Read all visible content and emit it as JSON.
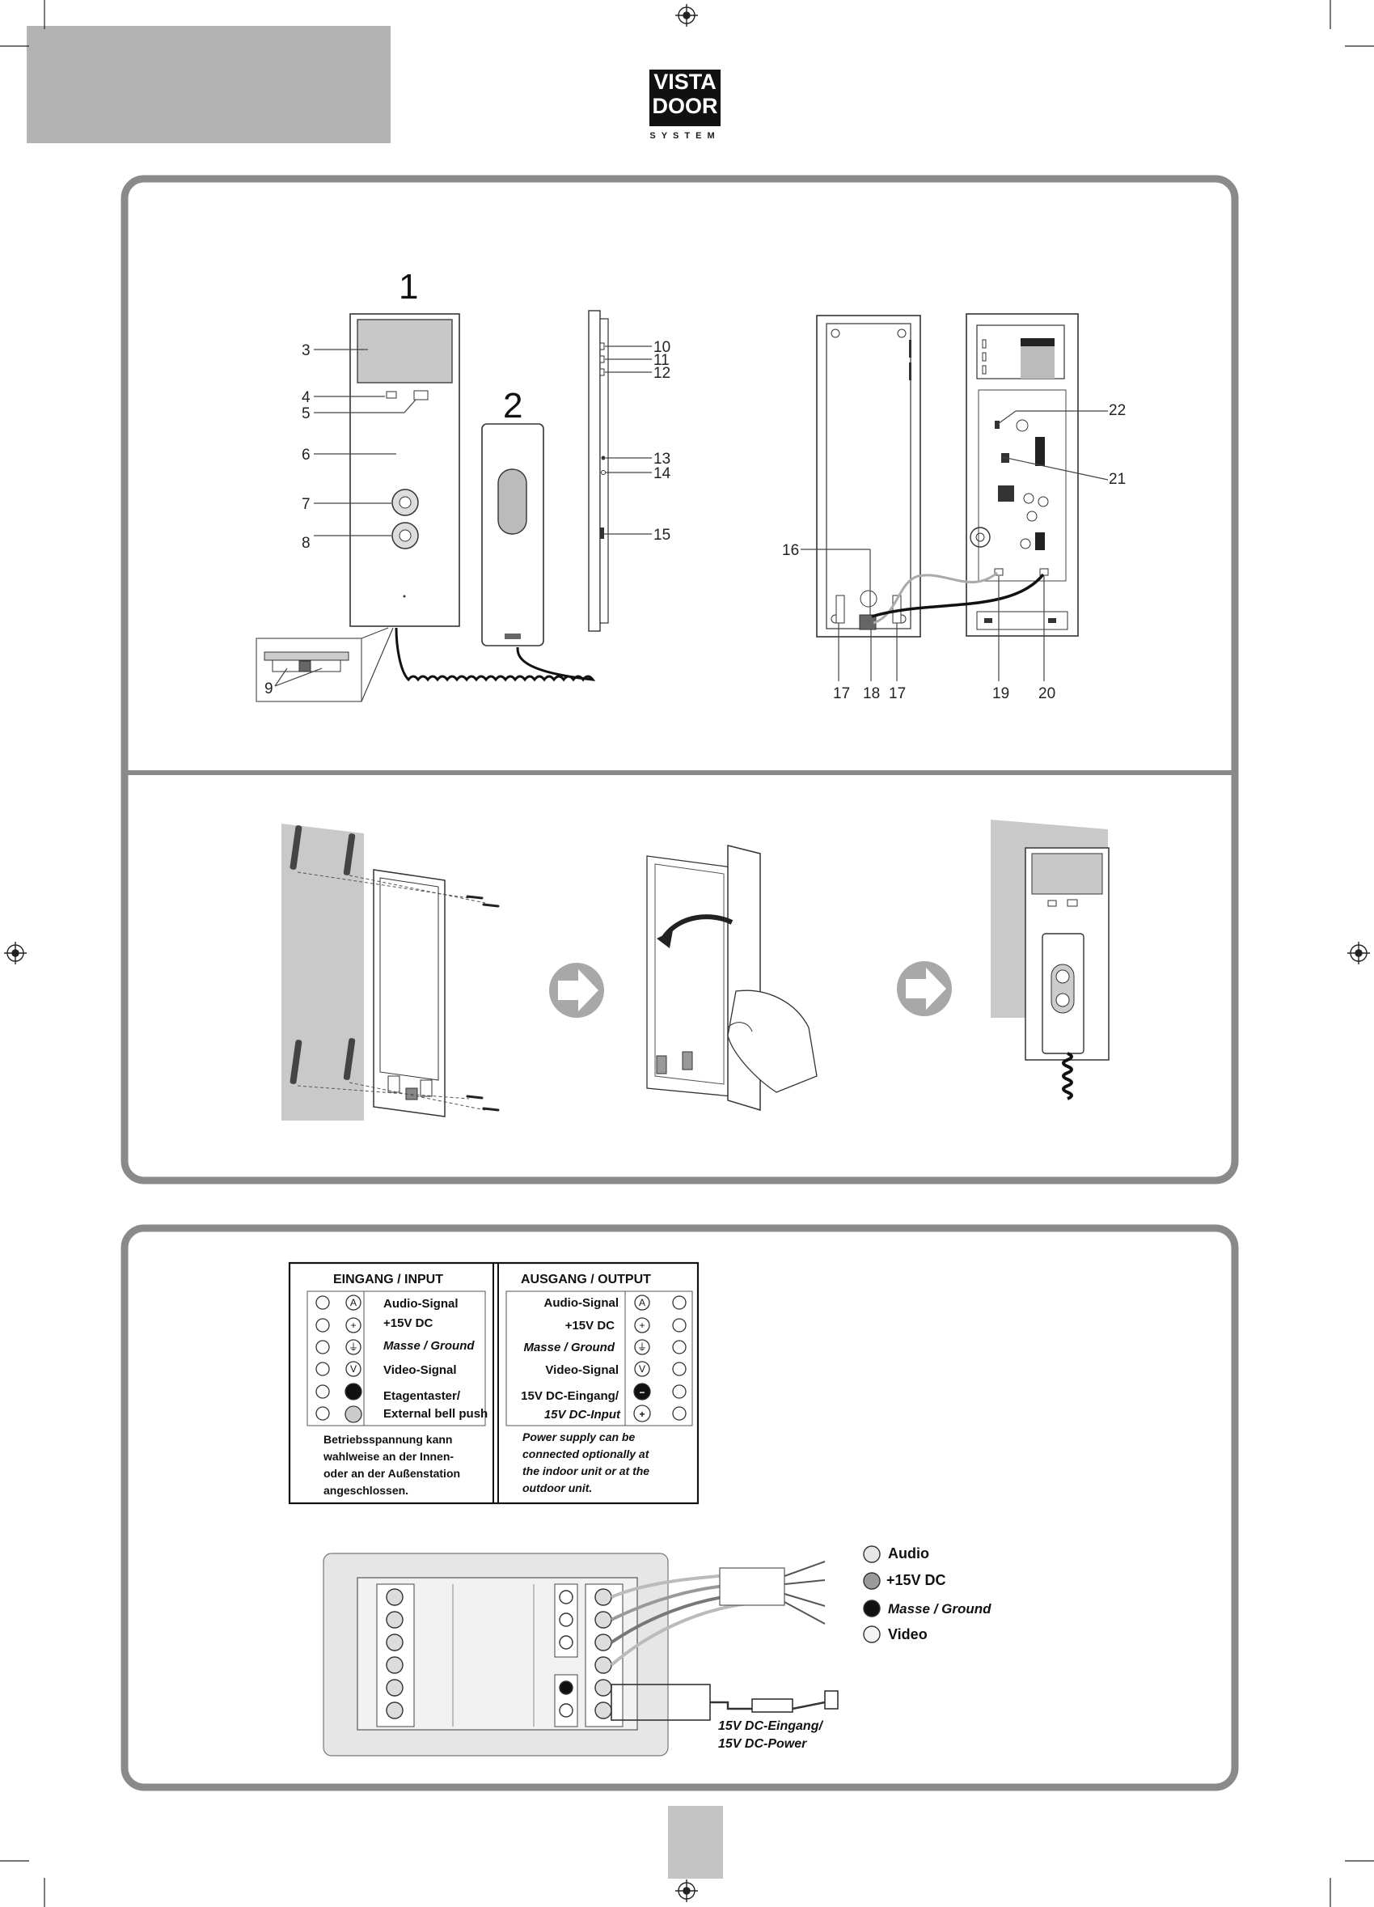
{
  "logo": {
    "line1": "VISTA",
    "line2": "DOOR",
    "line3": "SYSTEM"
  },
  "figure1": {
    "indoor_unit_label": "1",
    "handset_label": "2",
    "callouts": [
      "3",
      "4",
      "5",
      "6",
      "7",
      "8",
      "9",
      "10",
      "11",
      "12",
      "13",
      "14",
      "15",
      "16",
      "17",
      "18",
      "17",
      "19",
      "20",
      "21",
      "22"
    ]
  },
  "terminal_table": {
    "input_header": "EINGANG / INPUT",
    "output_header": "AUSGANG / OUTPUT",
    "input_rows": [
      {
        "symbol": "A",
        "label": "Audio-Signal"
      },
      {
        "symbol": "+",
        "label": "+15V DC"
      },
      {
        "symbol": "⏚",
        "label": "Masse / Ground"
      },
      {
        "symbol": "V",
        "label": "Video-Signal"
      },
      {
        "symbol": "●",
        "label": "Etagentaster/"
      },
      {
        "symbol": "○",
        "label": "External bell push"
      }
    ],
    "output_rows": [
      {
        "symbol": "A",
        "label": "Audio-Signal"
      },
      {
        "symbol": "+",
        "label": "+15V DC"
      },
      {
        "symbol": "⏚",
        "label": "Masse / Ground"
      },
      {
        "symbol": "V",
        "label": "Video-Signal"
      },
      {
        "symbol": "−",
        "label": "15V DC-Eingang/"
      },
      {
        "symbol": "+",
        "label": "15V DC-Input"
      }
    ],
    "input_note": [
      "Betriebsspannung kann",
      "wahlweise an der Innen-",
      "oder an der Außenstation",
      "angeschlossen."
    ],
    "output_note": [
      "Power supply can be",
      "connected optionally at",
      "the indoor unit or at the",
      "outdoor unit."
    ]
  },
  "wiring": {
    "legend": [
      {
        "label": "Audio",
        "color": "#e6e6e6"
      },
      {
        "label": "+15V DC",
        "color": "#9a9a9a"
      },
      {
        "label": "Masse / Ground",
        "color": "#111111"
      },
      {
        "label": "Video",
        "color": "#f4f4f4"
      }
    ],
    "power_label_1": "15V DC-Eingang/",
    "power_label_2": "15V DC-Power"
  },
  "colors": {
    "frame": "#8a8a8a",
    "header_block": "#b3b3b3",
    "page_tab": "#c4c4c4"
  }
}
